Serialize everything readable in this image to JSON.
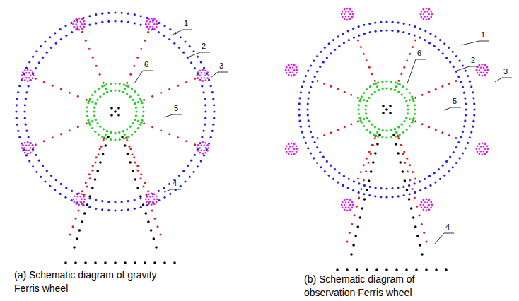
{
  "diagram": {
    "labels": [
      "1",
      "2",
      "3",
      "6",
      "5",
      "4",
      "1",
      "2",
      "3",
      "6",
      "5",
      "4",
      "(a) Schematic diagram of gravity Ferris wheel",
      "(b) Schematic diagram of observation Ferris wheel"
    ]
  }
}
